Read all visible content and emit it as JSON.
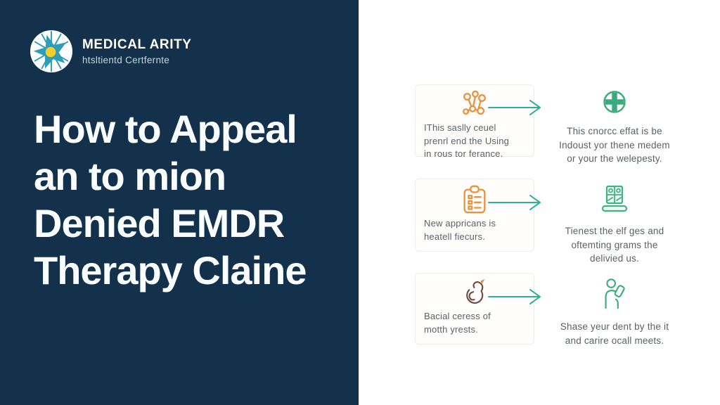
{
  "brand": {
    "name": "MEDICAL ARITY",
    "subtitle": "htsltientd Certfernte",
    "logo_icon": "compass-star-icon"
  },
  "title": {
    "lines": [
      "How to Appeal",
      "an to mion",
      "Denied EMDR",
      "Therapy Claine"
    ]
  },
  "rows": [
    {
      "card": {
        "icon": "molecule-droplets-icon",
        "lines": [
          "IThis saslly ceuel",
          "prenrl end the Using",
          "in rous tor ferance."
        ]
      },
      "arrow": "right-arrow-icon",
      "result": {
        "icon": "circle-cross-icon",
        "lines": [
          "This cnorcc effat is be",
          "Indoust yor thene medem",
          "or your the welepesty."
        ]
      }
    },
    {
      "card": {
        "icon": "clipboard-icon",
        "lines": [
          "New appricans is",
          "heatell fiecurs."
        ]
      },
      "arrow": "right-arrow-icon",
      "result": {
        "icon": "laptop-grid-icon",
        "lines": [
          "Tienest the elf ges and",
          "oftemting grams the",
          "delivied us."
        ]
      }
    },
    {
      "card": {
        "icon": "swan-icon",
        "lines": [
          "Bacial ceress of",
          "motth yrests."
        ]
      },
      "arrow": "right-arrow-icon",
      "result": {
        "icon": "person-document-icon",
        "lines": [
          "Shase yeur dent by the it",
          "and carire ocall meets."
        ]
      }
    }
  ],
  "colors": {
    "panel_bg": "#13314a",
    "accent_teal": "#2fae9a",
    "icon_orange": "#e8923c",
    "icon_green": "#3bab7d",
    "swan_brown": "#6b4c3f",
    "beak_orange": "#e2833a",
    "text_gray": "#5c6166",
    "logo_star_teal": "#2d9db8",
    "logo_center_yellow": "#f2cf2b",
    "title_white": "#fafdff"
  }
}
